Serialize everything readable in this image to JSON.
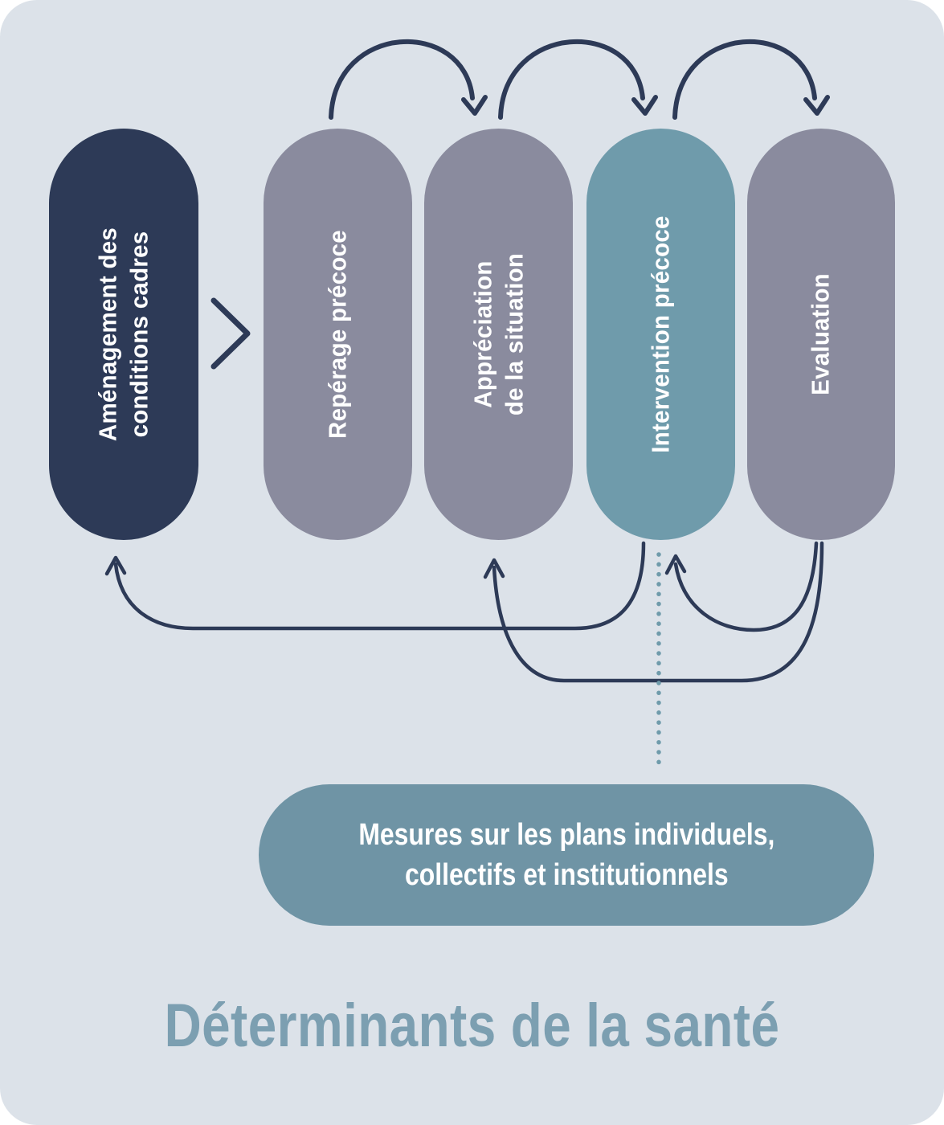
{
  "background_color": "#dce2e9",
  "process_flow": {
    "stages": [
      {
        "id": "amenagement",
        "label": "Aménagement des\nconditions cadres",
        "color": "#2d3a57",
        "text_color": "#ffffff"
      },
      {
        "id": "reperage",
        "label": "Repérage précoce",
        "color": "#8a8b9e",
        "text_color": "#ffffff"
      },
      {
        "id": "appreciation",
        "label": "Appréciation\nde la situation",
        "color": "#8a8b9e",
        "text_color": "#ffffff"
      },
      {
        "id": "intervention",
        "label": "Intervention précoce",
        "color": "#6f9bab",
        "text_color": "#ffffff"
      },
      {
        "id": "evaluation",
        "label": "Evaluation",
        "color": "#8a8b9e",
        "text_color": "#ffffff"
      }
    ],
    "chevron_separator": {
      "from": "Aménagement des conditions cadres",
      "to": "Repérage précoce"
    },
    "top_arrows": [
      {
        "from": "Repérage précoce",
        "to": "Appréciation de la situation"
      },
      {
        "from": "Appréciation de la situation",
        "to": "Intervention précoce"
      },
      {
        "from": "Intervention précoce",
        "to": "Evaluation"
      }
    ],
    "feedback_arrows": [
      {
        "from": "Intervention précoce",
        "to": "Aménagement des conditions cadres"
      },
      {
        "from": "Evaluation",
        "to": "Appréciation de la situation"
      },
      {
        "from": "Evaluation",
        "to": "Intervention précoce"
      }
    ],
    "dotted_connector": {
      "from": "Intervention précoce",
      "to": "Mesures sur les plans individuels, collectifs et institutionnels"
    },
    "arrow_color": "#2d3a57",
    "dotted_color": "#6f9bab"
  },
  "measures_box": {
    "label": "Mesures sur les plans individuels,\ncollectifs et institutionnels",
    "color": "#6f94a5",
    "text_color": "#ffffff"
  },
  "footer_title": {
    "text": "Déterminants de la santé",
    "color": "#7c9fb1"
  }
}
